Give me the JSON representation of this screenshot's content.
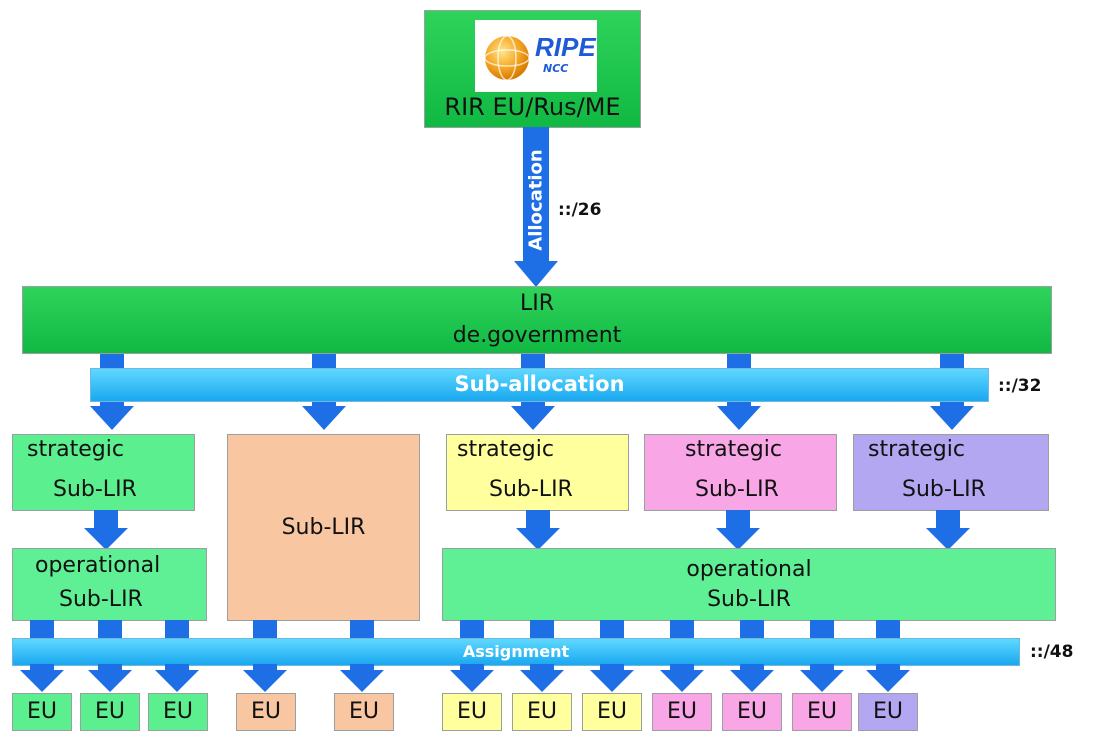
{
  "rir": {
    "logo_text": "RIPE",
    "logo_sub": "NCC",
    "label": "RIR EU/Rus/ME"
  },
  "allocation": {
    "label": "Allocation",
    "prefix": "::/26"
  },
  "lir": {
    "line1": "LIR",
    "line2": "de.government"
  },
  "sub_allocation": {
    "label": "Sub-allocation",
    "prefix": "::/32"
  },
  "sublirs": {
    "green": {
      "line1": "strategic",
      "line2": "Sub-LIR"
    },
    "orange": {
      "line1": "Sub-LIR"
    },
    "yellow": {
      "line1": "strategic",
      "line2": "Sub-LIR"
    },
    "pink": {
      "line1": "strategic",
      "line2": "Sub-LIR"
    },
    "purple": {
      "line1": "strategic",
      "line2": "Sub-LIR"
    }
  },
  "operational_left": {
    "line1": "operational",
    "line2": "Sub-LIR"
  },
  "operational_right": {
    "line1": "operational",
    "line2": "Sub-LIR"
  },
  "assignment": {
    "label": "Assignment",
    "prefix": "::/48"
  },
  "eu_label": "EU",
  "colors": {
    "green": "#5cef8f",
    "orange": "#f8c6a0",
    "yellow": "#ffff9e",
    "pink": "#f9a6e6",
    "purple": "#b3a7f2",
    "arrow_blue": "#1e6fe6",
    "bar_blue": "#1aa8f0"
  }
}
